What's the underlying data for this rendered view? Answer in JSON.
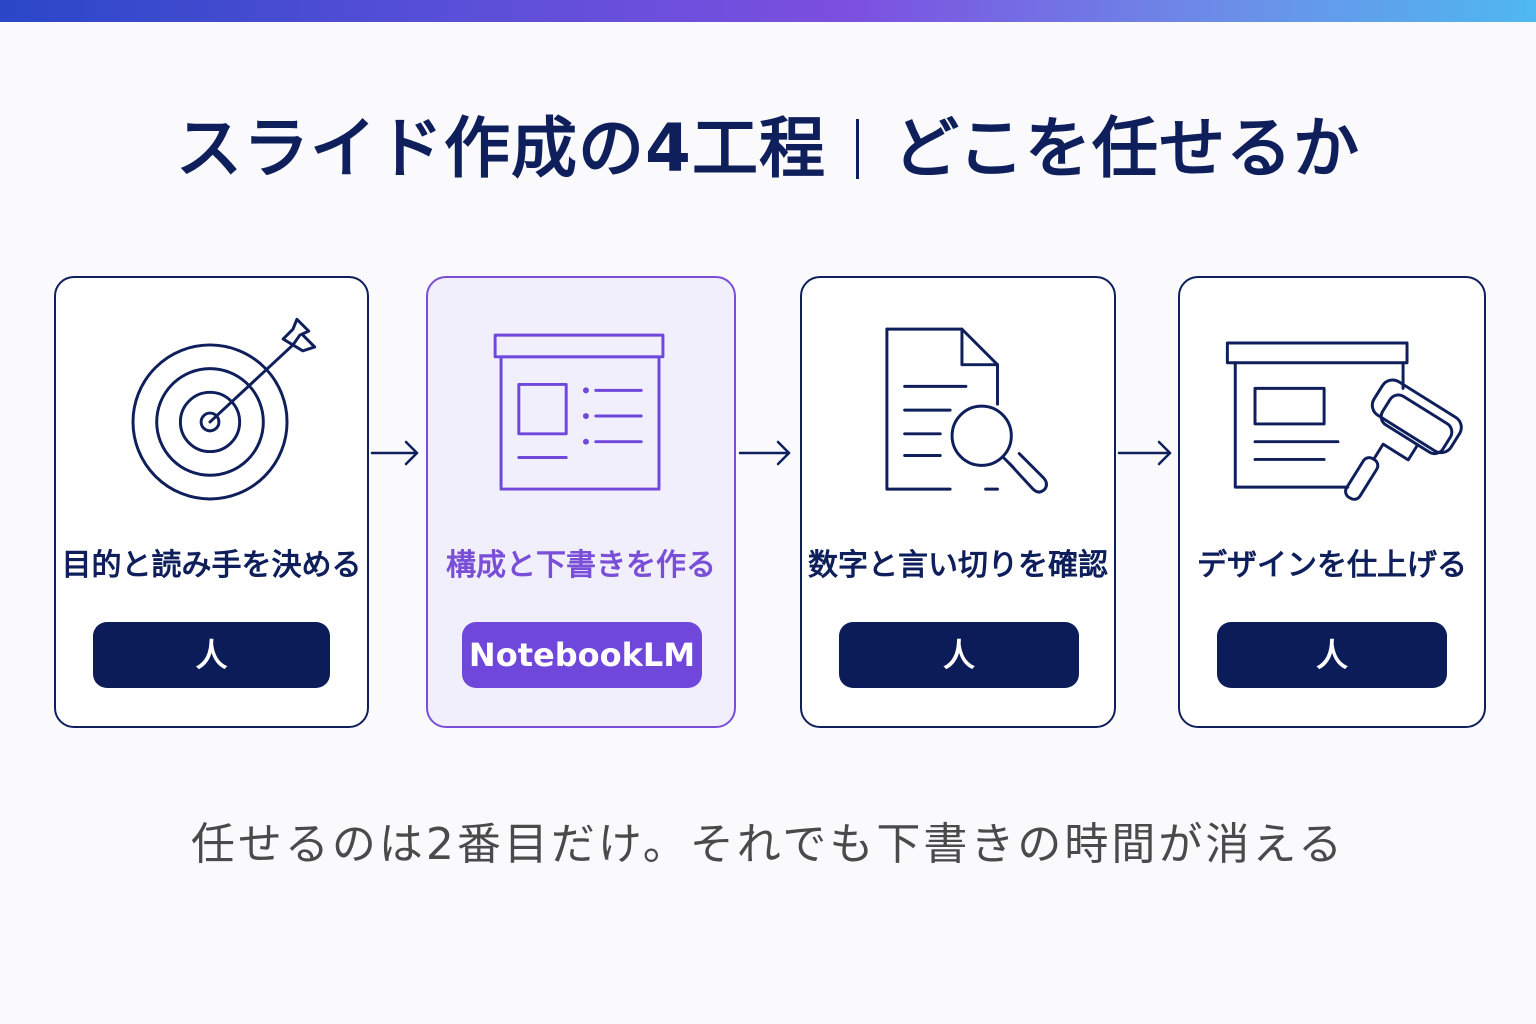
{
  "title": {
    "left": "スライド作成の4工程",
    "right": "どこを任せるか"
  },
  "steps": [
    {
      "label": "目的と読み手を決める",
      "owner": "人",
      "icon": "target-icon"
    },
    {
      "label": "構成と下書きを作る",
      "owner": "NotebookLM",
      "icon": "slide-layout-icon"
    },
    {
      "label": "数字と言い切りを確認",
      "owner": "人",
      "icon": "document-search-icon"
    },
    {
      "label": "デザインを仕上げる",
      "owner": "人",
      "icon": "paint-roller-icon"
    }
  ],
  "footer": "任せるのは2番目だけ。それでも下書きの時間が消える",
  "colors": {
    "navy": "#0f1f5c",
    "purple": "#7a4fd8",
    "pill_navy": "#0b1c58",
    "pill_purple": "#6f47db"
  }
}
